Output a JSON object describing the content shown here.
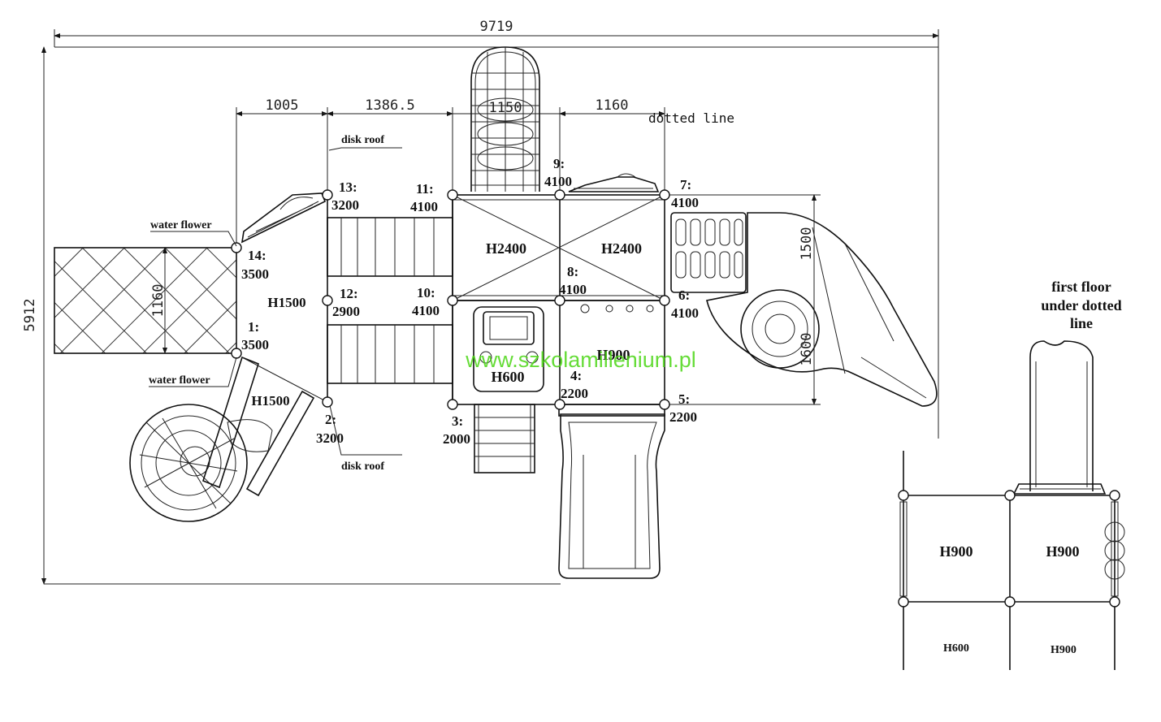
{
  "dimensions": {
    "overall_width": "9719",
    "overall_depth": "5912",
    "seg_1005": "1005",
    "seg_1386": "1386.5",
    "seg_1160_top": "1160",
    "tube_1150": "1150",
    "rail_1160_left": "1160",
    "slide_1500": "1500",
    "slide_1600": "1600"
  },
  "notes": {
    "dotted_line": "dotted line",
    "disk_roof_top": "disk roof",
    "disk_roof_bottom": "disk roof",
    "water_flower_top": "water flower",
    "water_flower_bottom": "water flower",
    "first_floor": [
      "first floor",
      "under dotted",
      "line"
    ]
  },
  "posts": {
    "p1": {
      "num": "1:",
      "h": "3500"
    },
    "p2": {
      "num": "2:",
      "h": "3200"
    },
    "p3": {
      "num": "3:",
      "h": "2000"
    },
    "p4": {
      "num": "4:",
      "h": "2200"
    },
    "p5": {
      "num": "5:",
      "h": "2200"
    },
    "p6": {
      "num": "6:",
      "h": "4100"
    },
    "p7": {
      "num": "7:",
      "h": "4100"
    },
    "p8": {
      "num": "8:",
      "h": "4100"
    },
    "p9": {
      "num": "9:",
      "h": "4100"
    },
    "p10": {
      "num": "10:",
      "h": "4100"
    },
    "p11": {
      "num": "11:",
      "h": "4100"
    },
    "p12": {
      "num": "12:",
      "h": "2900"
    },
    "p13": {
      "num": "13:",
      "h": "3200"
    },
    "p14": {
      "num": "14:",
      "h": "3500"
    }
  },
  "heights": {
    "platform_left": "H2400",
    "platform_right": "H2400",
    "bridge": "H1500",
    "stair": "H1500",
    "panel": "H600",
    "deck": "H900",
    "inset_top_left": "H900",
    "inset_top_right": "H900",
    "inset_bottom_left": "H600",
    "inset_bottom_right": "H900"
  },
  "watermark": "www.szkolamillenium.pl"
}
